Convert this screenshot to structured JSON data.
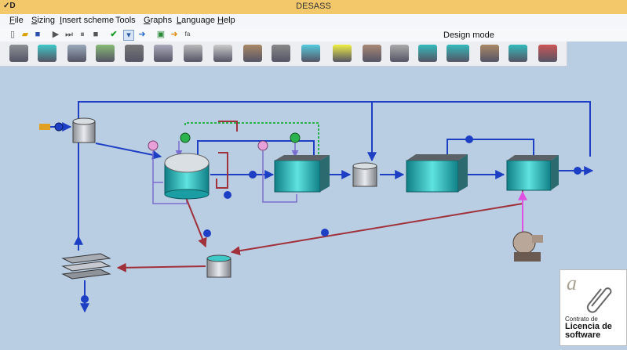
{
  "window": {
    "title": "DESASS",
    "app_icon_text": "✓D"
  },
  "menu": [
    {
      "label": "File",
      "accel": "F",
      "rest": "ile"
    },
    {
      "label": "Sizing",
      "accel": "S",
      "rest": "izing"
    },
    {
      "label": "Insert scheme",
      "accel": "I",
      "rest": "nsert scheme"
    },
    {
      "label": "Tools",
      "accel": "",
      "rest": "Tools"
    },
    {
      "label": "Graphs",
      "accel": "G",
      "rest": "raphs"
    },
    {
      "label": "Language",
      "accel": "L",
      "rest": "anguage"
    },
    {
      "label": "Help",
      "accel": "H",
      "rest": "elp"
    }
  ],
  "toolbar": {
    "mode_label": "Design mode"
  },
  "license": {
    "title_small": "Contrato de",
    "title_big": "Licencia de software",
    "watermark_letter": "a"
  },
  "colors": {
    "process_line": "#1d3fc4",
    "return_line": "#a0303a",
    "air_line": "#e050e0",
    "dotted_line": "#2bb24c",
    "tank": "#3ec8c8",
    "titlebar": "#f2c86b"
  }
}
